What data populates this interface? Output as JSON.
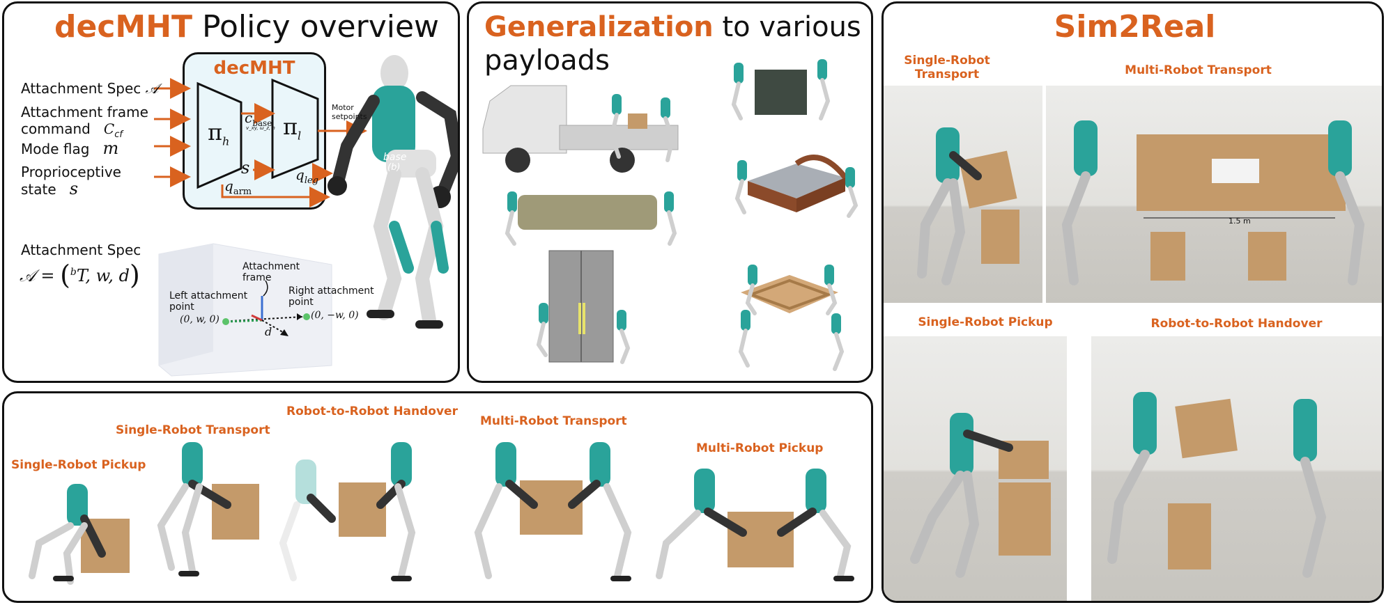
{
  "policy": {
    "title_accent": "decMHT",
    "title_rest": " Policy overview",
    "box_title": "decMHT",
    "inputs": {
      "attachment_spec": "Attachment Spec",
      "attachment_spec_sym": "𝒜",
      "attachment_frame_1": "Attachment frame",
      "attachment_frame_2": "command",
      "attachment_frame_sym": "C",
      "attachment_frame_sub": "cf",
      "mode_flag": "Mode flag",
      "mode_flag_sym": "m",
      "proprio_1": "Proprioceptive",
      "proprio_2": "state",
      "proprio_sym": "s"
    },
    "pi_h": "π",
    "pi_h_sub": "h",
    "pi_l": "π",
    "pi_l_sub": "l",
    "c_base": "c",
    "c_base_sub": "base",
    "c_base_small": "v_xy, ω_z, h",
    "s_mid": "s",
    "q_arm": "q",
    "q_arm_sub": "arm",
    "q_leg": "q",
    "q_leg_sub": "leg",
    "motor_1": "Motor",
    "motor_2": "setpoints",
    "base_label": "base",
    "base_b": "(b)",
    "spec_label": "Attachment Spec",
    "spec_eq_left": "𝒜 = ",
    "spec_eq_inner": "T, w, d",
    "spec_eq_sup": "b",
    "attach_frame_1": "Attachment",
    "attach_frame_2": "frame",
    "left_point_1": "Left attachment",
    "left_point_2": "point",
    "left_coord": "(0, w, 0)",
    "right_point_1": "Right attachment",
    "right_point_2": "point",
    "right_coord": "(0, −w, 0)",
    "d_label": "d"
  },
  "general": {
    "title_accent": "Generalization",
    "title_rest_1": " to various",
    "title_rest_2": "payloads"
  },
  "sim2real": {
    "title": "Sim2Real",
    "cap_srt_1": "Single-Robot",
    "cap_srt_2": "Transport",
    "cap_mrt": "Multi-Robot Transport",
    "cap_srp": "Single-Robot Pickup",
    "cap_rrh": "Robot-to-Robot Handover",
    "dim_label": "1.5 m"
  },
  "tasks": {
    "srp": "Single-Robot Pickup",
    "srt": "Single-Robot Transport",
    "rrh": "Robot-to-Robot Handover",
    "mrt": "Multi-Robot Transport",
    "mrp": "Multi-Robot Pickup"
  },
  "colors": {
    "accent": "#d9621f",
    "teal": "#2aa39a",
    "box_fill": "#eaf6fa",
    "cardboard": "#c49a6a"
  }
}
